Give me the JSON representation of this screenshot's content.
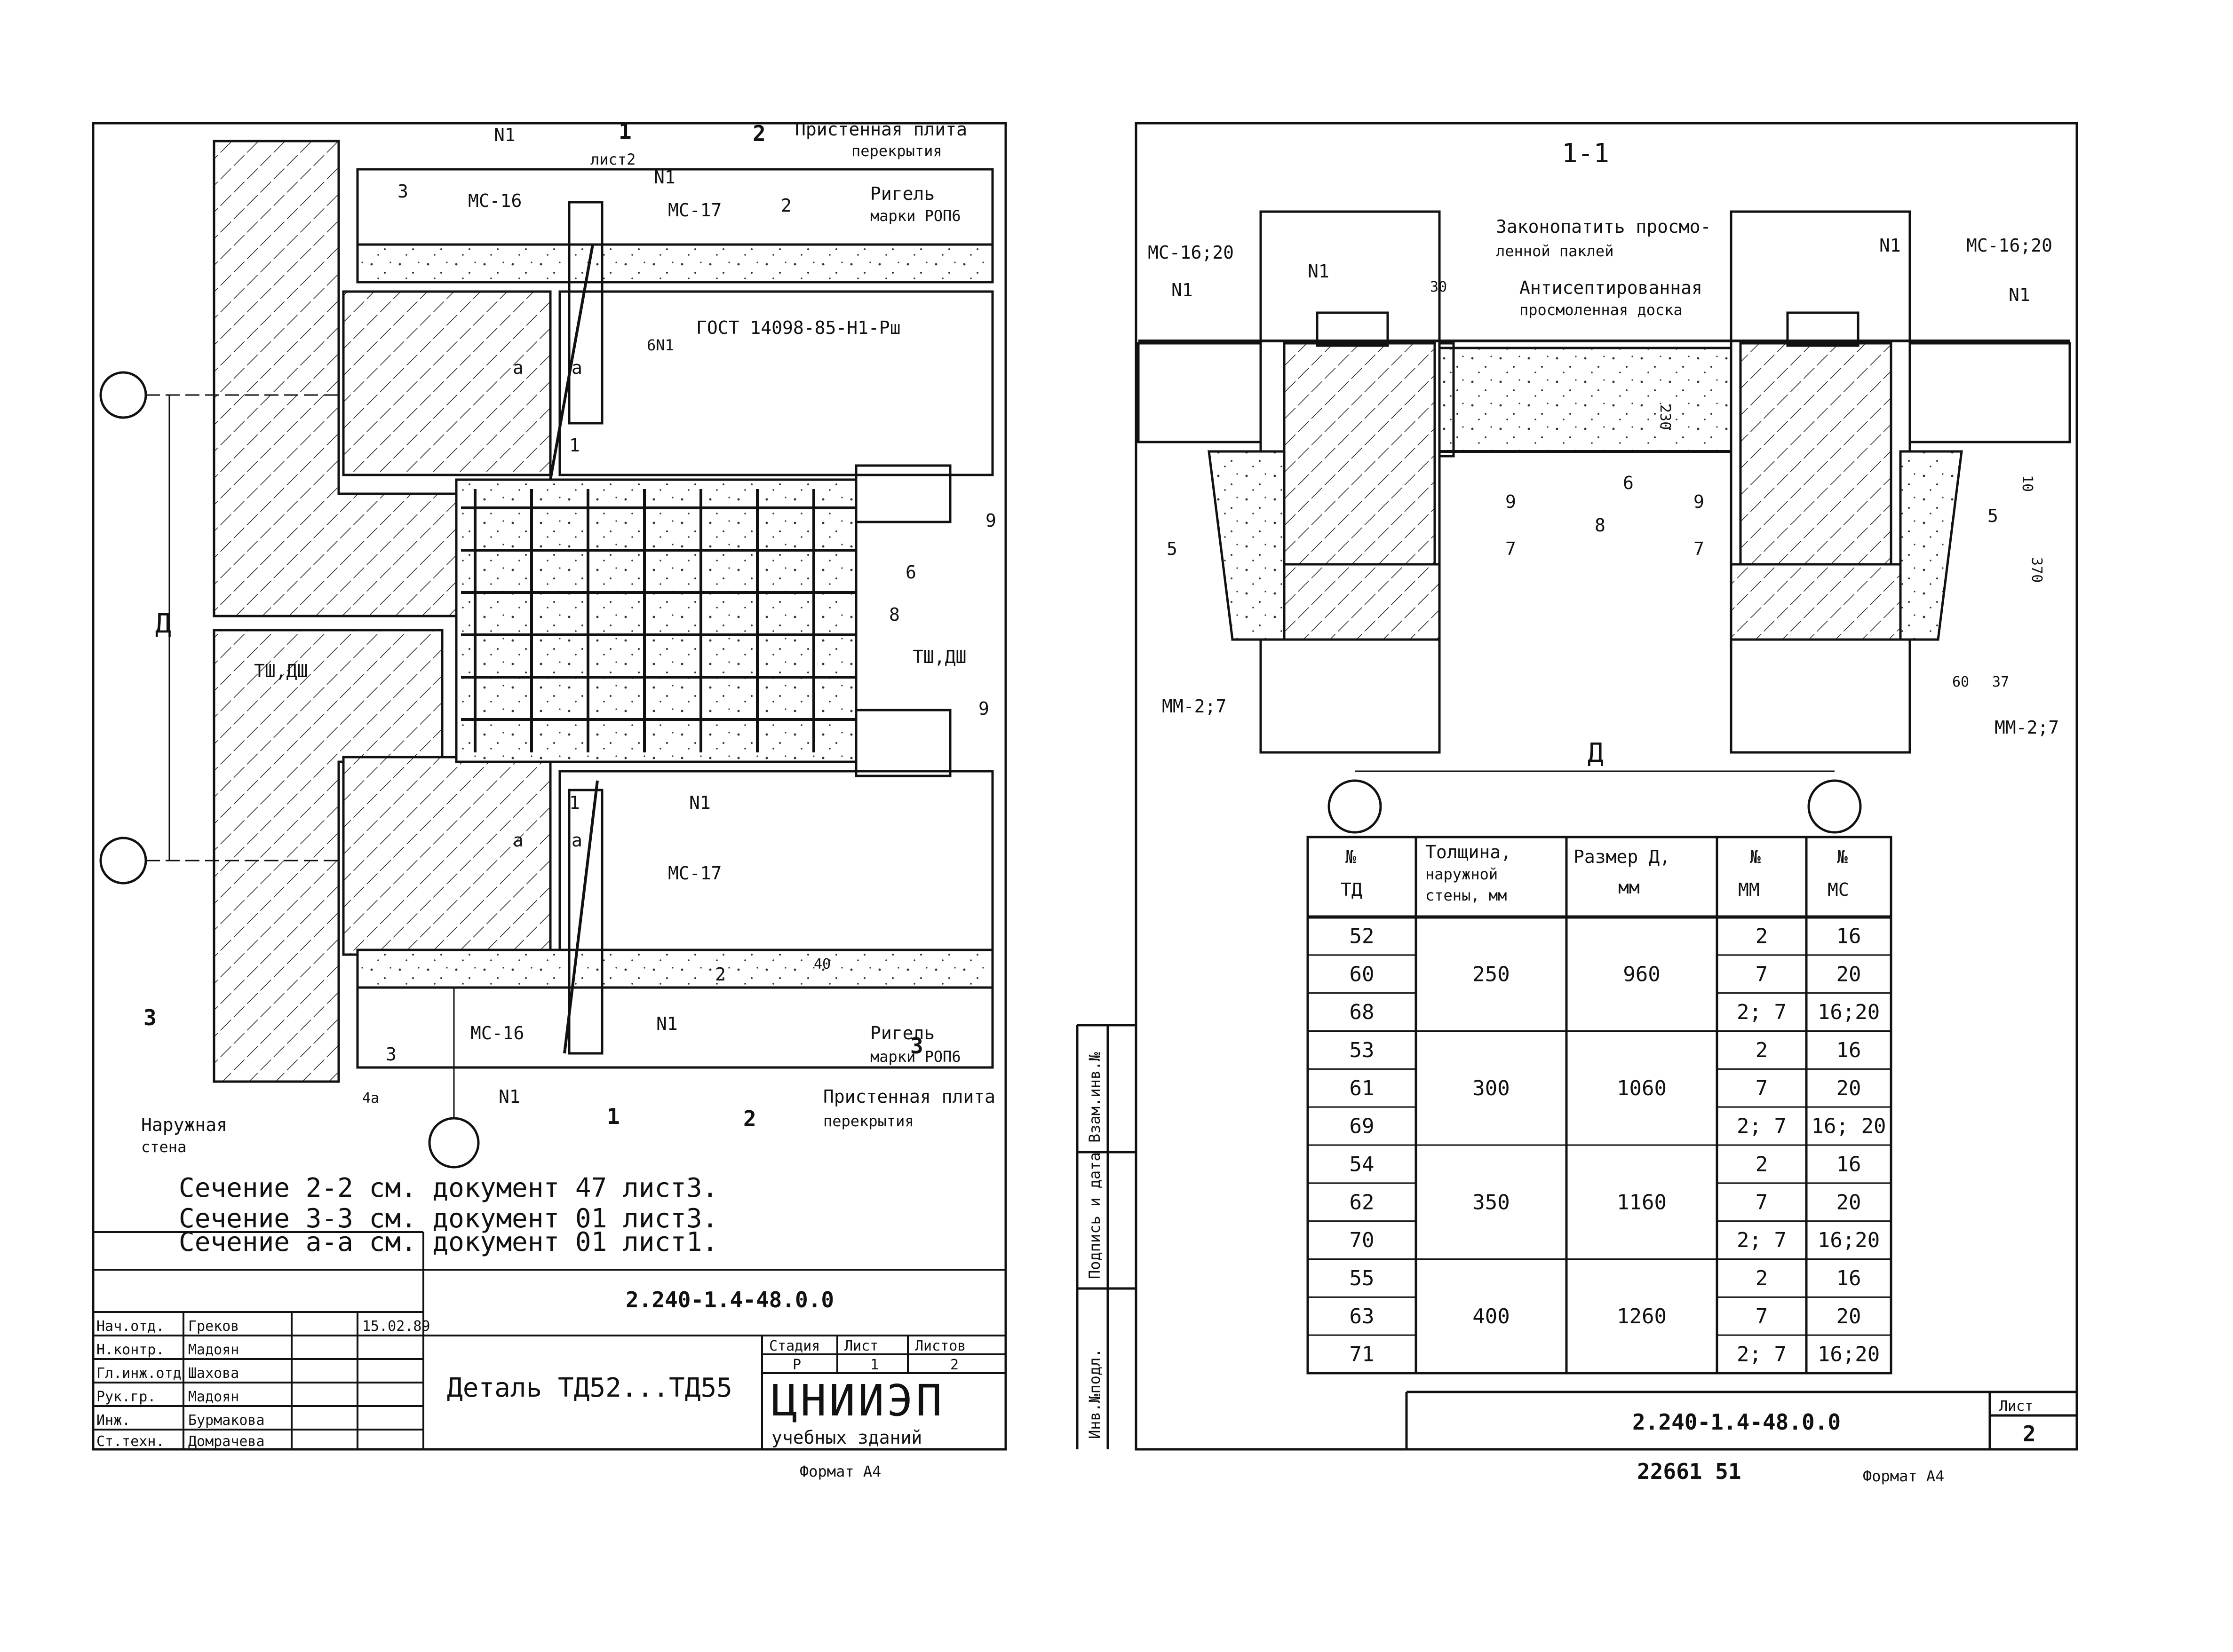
{
  "sheet1": {
    "header": {
      "section_mark_1": "1",
      "section_sheet_1": "лист2",
      "section_mark_2": "2",
      "wall_slab": "Пристенная плита перекрытия",
      "wall_slab_l1": "Пристенная плита",
      "wall_slab_l2": "перекрытия"
    },
    "labels": {
      "n1": "N1",
      "ms16": "МС-16",
      "ms17": "МС-17",
      "rigel": "Ригель",
      "rigel_brand": "марки РОП6",
      "gost": "ГОСТ 14098-85-Н1-Рш",
      "n3": "3",
      "n2": "2",
      "n6": "6",
      "n8": "8",
      "n9": "9",
      "n1_small": "1",
      "a": "а",
      "weld": "6N1",
      "tsh_dsh": "ТШ,ДШ",
      "d": "Д",
      "dim_40": "40",
      "dim_4a": "4а",
      "outer_wall_l1": "Наружная",
      "outer_wall_l2": "стена",
      "section3": "3"
    },
    "notes": [
      "Сечение 2-2 см. документ 47 лист3.",
      "Сечение 3-3 см. документ 01 лист3.",
      "Сечение а-а см. документ 01 лист1."
    ],
    "stamp": {
      "doc_number": "2.240-1.4-48.0.0",
      "title": "Деталь ТД52...ТД55",
      "org_l1": "ЦНИИЭП",
      "org_l2": "учебных зданий",
      "stage_hdr": "Стадия",
      "sheet_hdr": "Лист",
      "sheets_hdr": "Листов",
      "stage": "Р",
      "sheet": "1",
      "sheets": "2",
      "format": "Формат А4",
      "date": "15.02.89",
      "roles": [
        {
          "role": "Нач.отд.",
          "name": "Греков"
        },
        {
          "role": "Н.контр.",
          "name": "Мадоян"
        },
        {
          "role": "Гл.инж.отд",
          "name": "Шахова"
        },
        {
          "role": "Рук.гр.",
          "name": "Мадоян"
        },
        {
          "role": "Инж.",
          "name": "Бурмакова"
        },
        {
          "role": "Ст.техн.",
          "name": "Домрачева"
        }
      ]
    }
  },
  "sheet2": {
    "section_title": "1-1",
    "labels": {
      "caulk_l1": "Законопатить просмо-",
      "caulk_l2": "ленной паклей",
      "board_l1": "Антисептированная",
      "board_l2": "просмоленная доска",
      "ms16_20_l": "МС-16;20",
      "ms16_20_r": "МС-16;20",
      "n1": "N1",
      "dim_30": "30",
      "dim_230": "230",
      "dim_10": "10",
      "dim_370": "370",
      "dim_60": "60",
      "dim_37": "37",
      "n5": "5",
      "n6": "6",
      "n7": "7",
      "n8": "8",
      "n9": "9",
      "mm27_l": "ММ-2;7",
      "mm27_r": "ММ-2;7",
      "d": "Д"
    },
    "table": {
      "headers": [
        "№ ТД",
        "Толщина наружной стены, мм",
        "Размер Д, мм",
        "№ ММ",
        "№ МС"
      ],
      "hdr_td": [
        "№",
        "ТД"
      ],
      "hdr_thick": [
        "Толщина,",
        "наружной",
        "стены, мм"
      ],
      "hdr_size": [
        "Размер Д,",
        "мм"
      ],
      "hdr_mm": [
        "№",
        "ММ"
      ],
      "hdr_ms": [
        "№",
        "МС"
      ],
      "groups": [
        {
          "thickness": "250",
          "size": "960",
          "rows": [
            {
              "td": "52",
              "mm": "2",
              "ms": "16"
            },
            {
              "td": "60",
              "mm": "7",
              "ms": "20"
            },
            {
              "td": "68",
              "mm": "2; 7",
              "ms": "16;20"
            }
          ]
        },
        {
          "thickness": "300",
          "size": "1060",
          "rows": [
            {
              "td": "53",
              "mm": "2",
              "ms": "16"
            },
            {
              "td": "61",
              "mm": "7",
              "ms": "20"
            },
            {
              "td": "69",
              "mm": "2; 7",
              "ms": "16; 20"
            }
          ]
        },
        {
          "thickness": "350",
          "size": "1160",
          "rows": [
            {
              "td": "54",
              "mm": "2",
              "ms": "16"
            },
            {
              "td": "62",
              "mm": "7",
              "ms": "20"
            },
            {
              "td": "70",
              "mm": "2; 7",
              "ms": "16;20"
            }
          ]
        },
        {
          "thickness": "400",
          "size": "1260",
          "rows": [
            {
              "td": "55",
              "mm": "2",
              "ms": "16"
            },
            {
              "td": "63",
              "mm": "7",
              "ms": "20"
            },
            {
              "td": "71",
              "mm": "2; 7",
              "ms": "16;20"
            }
          ]
        }
      ]
    },
    "side_stamp": [
      "Инв.№подл.",
      "Подпись и дата",
      "Взам.инв.№"
    ],
    "doc_number": "2.240-1.4-48.0.0",
    "sheet_hdr": "Лист",
    "sheet": "2",
    "archive_no": "22661  51",
    "format": "Формат А4"
  }
}
